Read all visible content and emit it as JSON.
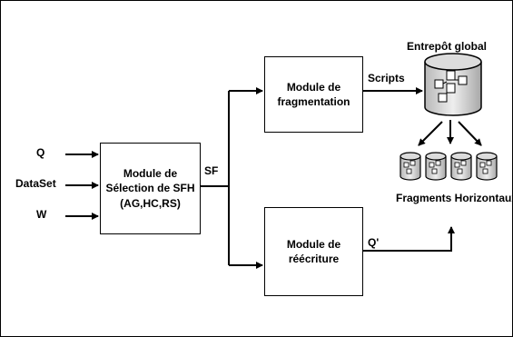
{
  "inputs": {
    "q": "Q",
    "dataset": "DataSet",
    "w": "W"
  },
  "selection_module": {
    "label": "Module de\nSélection de SFH\n(AG,HC,RS)"
  },
  "sf_label": "SF",
  "fragmentation_module": {
    "label": "Module de\nfragmentation"
  },
  "rewriting_module": {
    "label": "Module de\nréécriture"
  },
  "scripts_label": "Scripts",
  "q_prime_label": "Q'",
  "global_warehouse": {
    "label": "Entrepôt global"
  },
  "fragments": {
    "label": "Fragments Horizontaux",
    "count": 4
  }
}
